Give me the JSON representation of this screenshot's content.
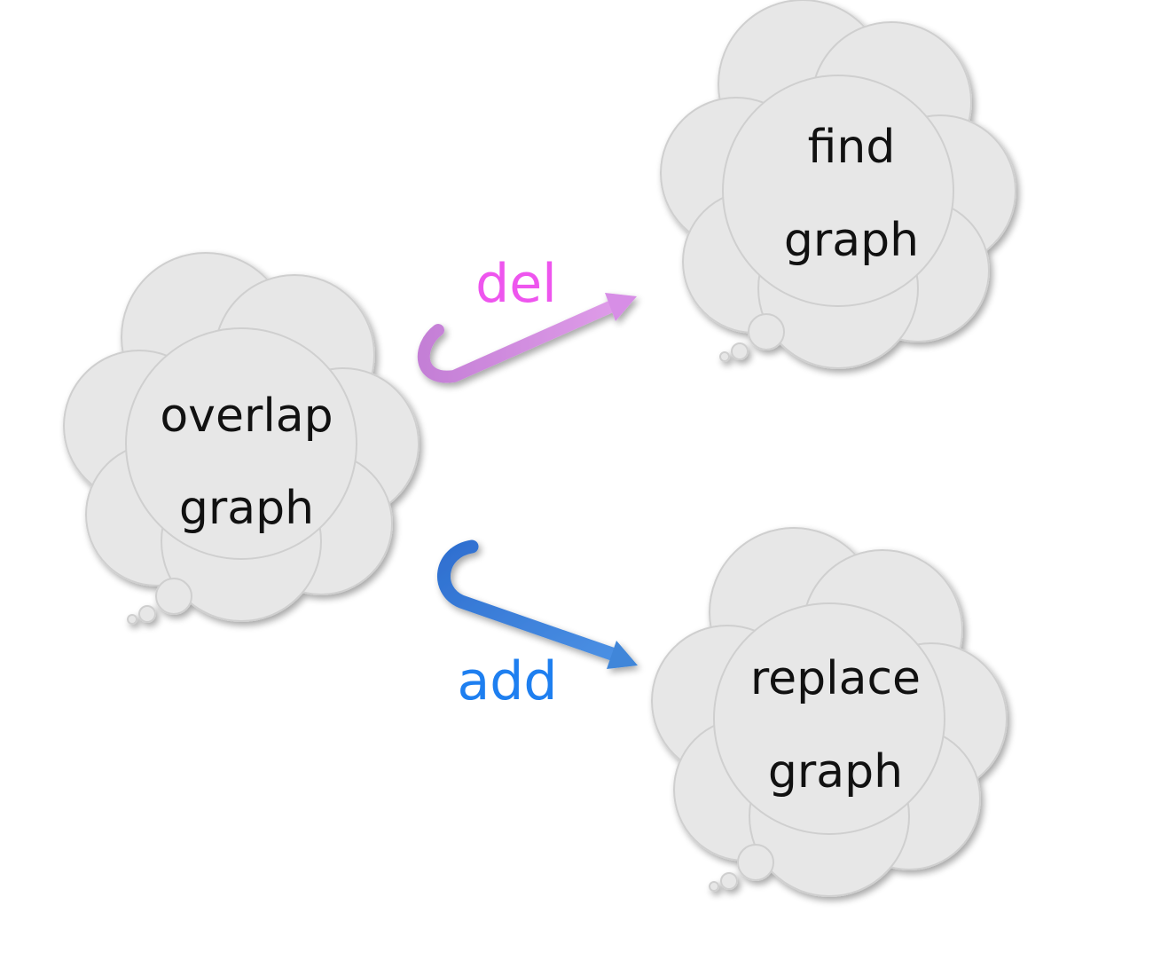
{
  "nodes": [
    {
      "id": "overlap",
      "line1": "overlap",
      "line2": "graph"
    },
    {
      "id": "find",
      "line1": "find",
      "line2": "graph"
    },
    {
      "id": "replace",
      "line1": "replace",
      "line2": "graph"
    }
  ],
  "edges": [
    {
      "label": "del",
      "from": "overlap",
      "to": "find",
      "color": "#ee55ee",
      "arrow_color": "#d78ee6"
    },
    {
      "label": "add",
      "from": "overlap",
      "to": "replace",
      "color": "#1e7ff0",
      "arrow_color": "#3f86d9"
    }
  ],
  "colors": {
    "cloud_fill": "#e7e7e7",
    "cloud_stroke": "#c9c9c9",
    "text": "#111111"
  }
}
